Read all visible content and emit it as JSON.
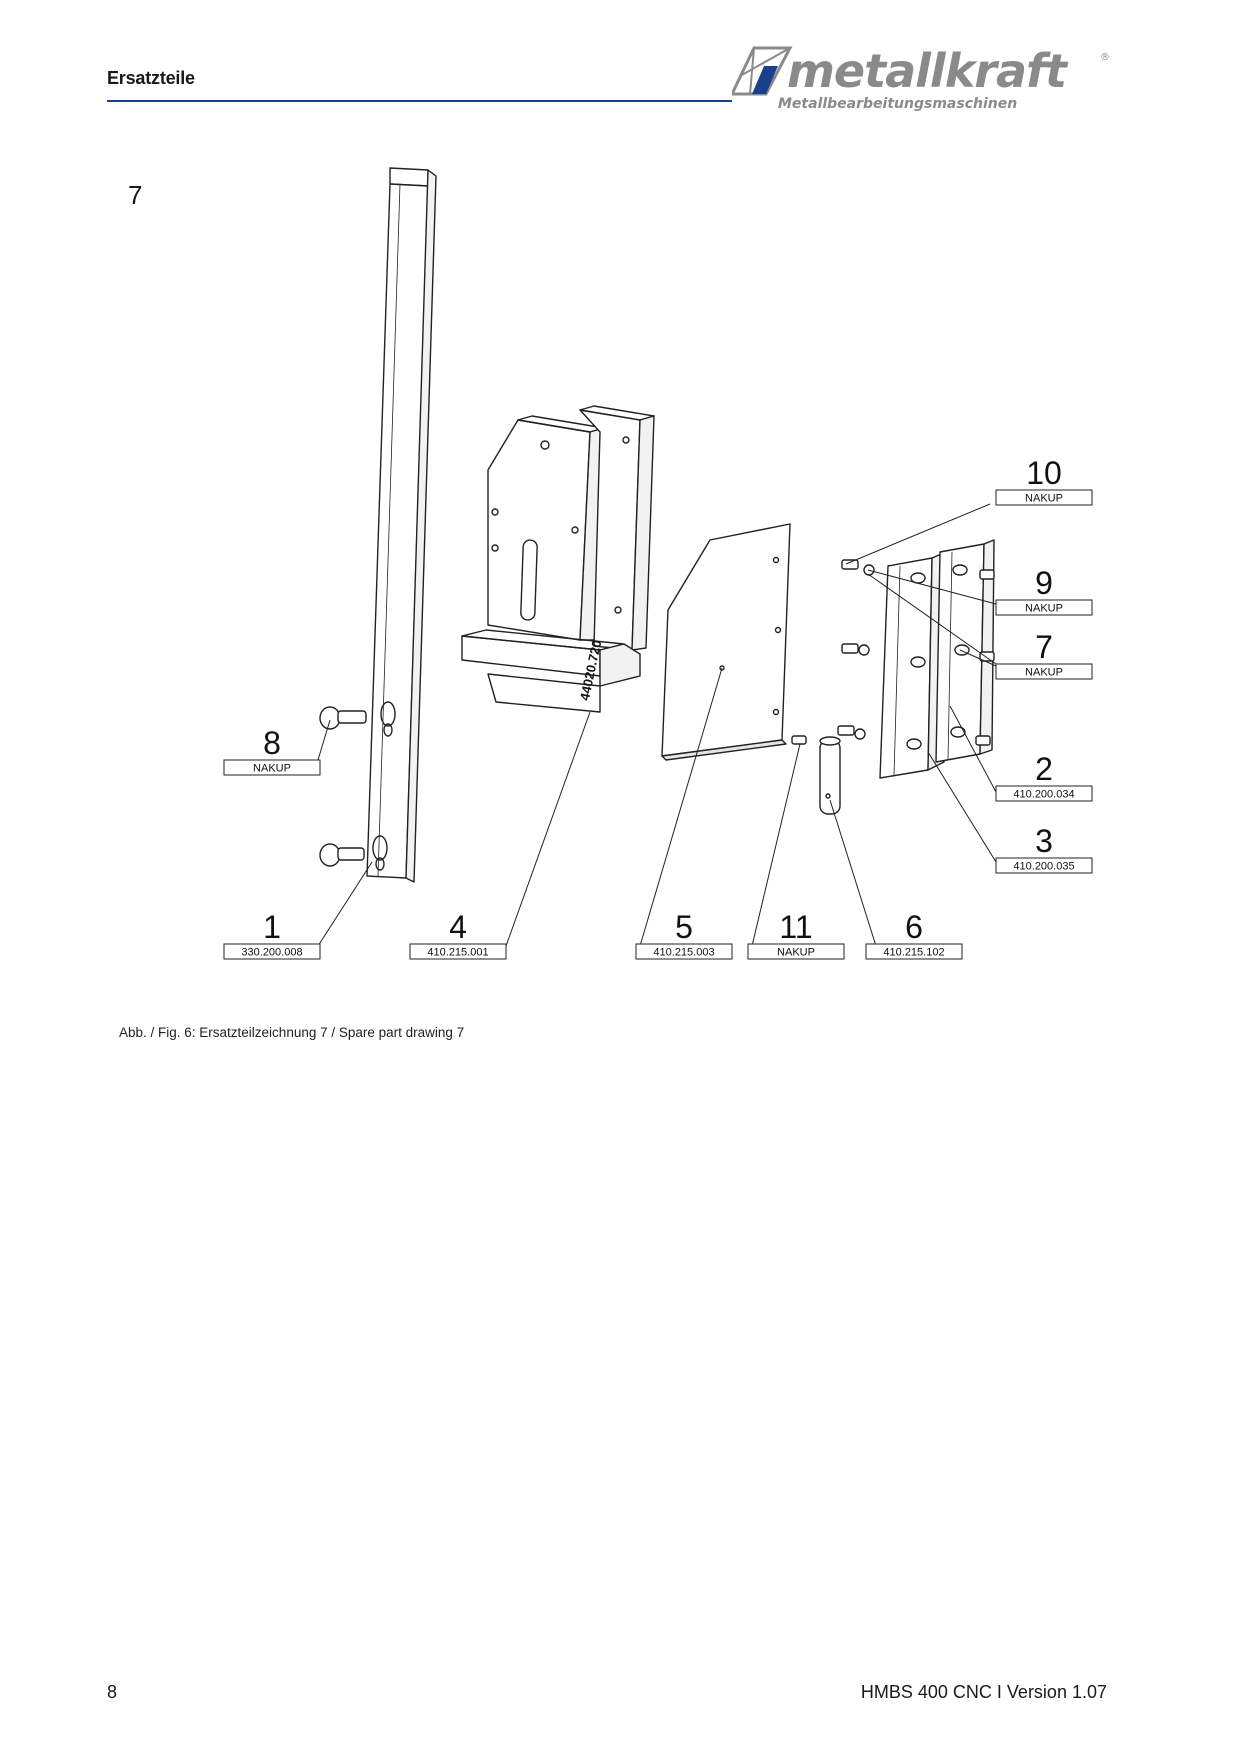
{
  "header": {
    "title": "Ersatzteile",
    "rule_color": "#1b3f8f"
  },
  "logo": {
    "wordmark": "metallkraft",
    "registered": "®",
    "tagline": "Metallbearbeitungsmaschinen",
    "color": "#8a8a8a"
  },
  "drawing": {
    "number": "7",
    "callouts": [
      {
        "item": "10",
        "part": "NAKUP"
      },
      {
        "item": "9",
        "part": "NAKUP"
      },
      {
        "item": "7",
        "part": "NAKUP"
      },
      {
        "item": "8",
        "part": "NAKUP"
      },
      {
        "item": "2",
        "part": "410.200.034"
      },
      {
        "item": "3",
        "part": "410.200.035"
      },
      {
        "item": "1",
        "part": "330.200.008"
      },
      {
        "item": "4",
        "part": "410.215.001"
      },
      {
        "item": "5",
        "part": "410.215.003"
      },
      {
        "item": "11",
        "part": "NAKUP"
      },
      {
        "item": "6",
        "part": "410.215.102"
      }
    ],
    "part_marking": "44020.720"
  },
  "caption": "Abb. / Fig. 6: Ersatzteilzeichnung 7 / Spare part drawing 7",
  "footer": {
    "page_number": "8",
    "doc_version": "HMBS 400 CNC I Version 1.07"
  }
}
